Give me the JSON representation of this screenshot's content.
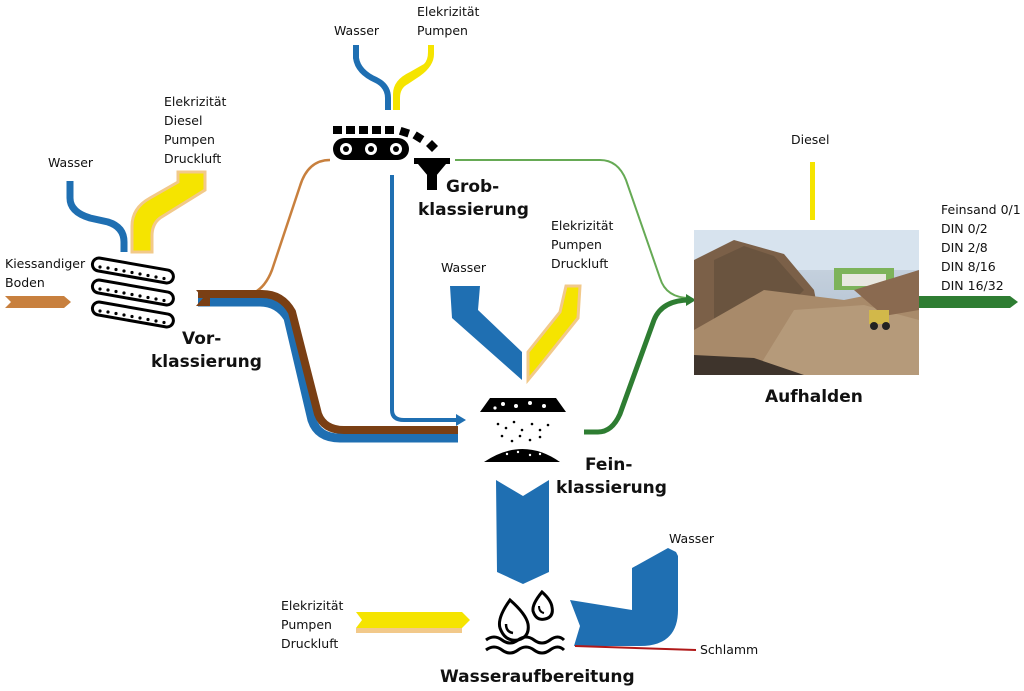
{
  "input": {
    "label_lines": [
      "Kiessandiger",
      "Boden"
    ]
  },
  "stages": {
    "vorklassierung": {
      "title_lines": [
        "Vor-",
        "klassierung"
      ],
      "inputs": {
        "water": [
          "Wasser"
        ],
        "energy": [
          "Elekrizität",
          "Diesel",
          "Pumpen",
          "Druckluft"
        ]
      }
    },
    "grobklassierung": {
      "title_lines": [
        "Grob-",
        "klassierung"
      ],
      "inputs": {
        "water": [
          "Wasser"
        ],
        "energy": [
          "Elekrizität",
          "Pumpen"
        ]
      }
    },
    "feinklassierung": {
      "title_lines": [
        "Fein-",
        "klassierung"
      ],
      "inputs": {
        "water": [
          "Wasser"
        ],
        "energy": [
          "Elekrizität",
          "Pumpen",
          "Druckluft"
        ]
      }
    },
    "aufhalden": {
      "title_lines": [
        "Aufhalden"
      ],
      "inputs": {
        "energy": [
          "Diesel"
        ]
      },
      "outputs": [
        "Feinsand 0/1",
        "DIN 0/2",
        "DIN 2/8",
        "DIN 8/16",
        "DIN 16/32"
      ]
    },
    "wasseraufbereitung": {
      "title_lines": [
        "Wasseraufbereitung"
      ],
      "inputs": {
        "energy": [
          "Elekrizität",
          "Pumpen",
          "Druckluft"
        ]
      },
      "outputs": {
        "water": [
          "Wasser"
        ],
        "sludge": [
          "Schlamm"
        ]
      }
    }
  },
  "colors": {
    "water": "#1f6fb2",
    "energy": "#f5e400",
    "energy_edge": "#f2c98a",
    "soil": "#c8803e",
    "soil_dark": "#7a3f14",
    "product": "#2e7d32",
    "product_light": "#66aa55",
    "sludge": "#b01818",
    "icon": "#000000"
  }
}
